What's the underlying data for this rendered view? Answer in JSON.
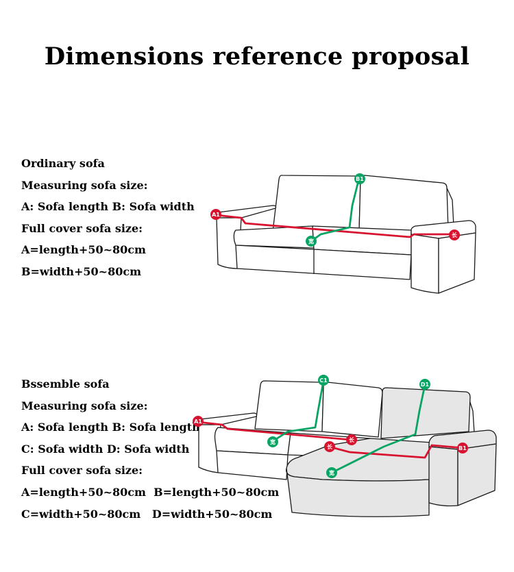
{
  "title": "Dimensions reference proposal",
  "ordinary": {
    "lines": [
      "Ordinary sofa",
      "Measuring sofa size:",
      "A: Sofa length B: Sofa width",
      "Full cover sofa size:",
      "A=length+50~80cm",
      "B=width+50~80cm"
    ],
    "markers": {
      "a1": "A1",
      "b1": "B1",
      "chang": "长",
      "kuan": "宽"
    }
  },
  "assemble": {
    "lines": [
      "Bssemble sofa",
      "Measuring sofa size:",
      "A: Sofa length B: Sofa length",
      "C: Sofa width D: Sofa width",
      "Full cover sofa size:",
      "A=length+50~80cm  B=length+50~80cm",
      "C=width+50~80cm   D=width+50~80cm"
    ],
    "markers": {
      "a1": "A1",
      "b1": "B1",
      "c1": "C1",
      "d1": "D1",
      "chang1": "长",
      "chang2": "长",
      "kuan1": "宽",
      "kuan2": "宽"
    }
  },
  "colors": {
    "length_line": "#d7132f",
    "width_line": "#08a464",
    "chaise_fill": "#e6e6e6",
    "outline": "#1a1a1a"
  }
}
